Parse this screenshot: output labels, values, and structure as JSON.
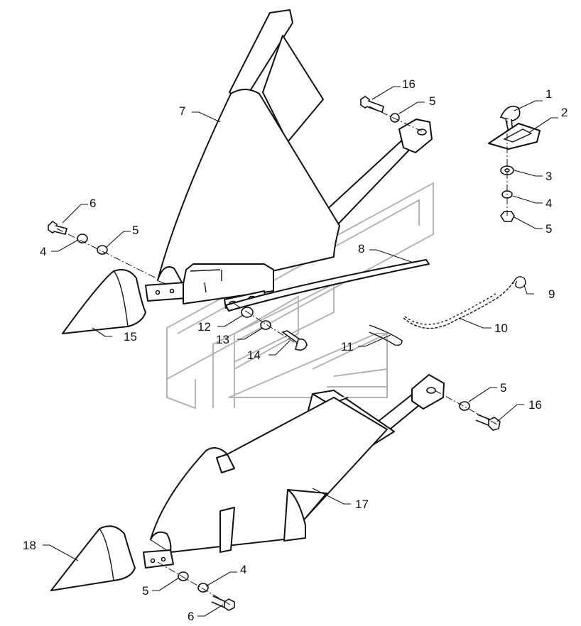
{
  "callouts": {
    "c1": "1",
    "c2": "2",
    "c3": "3",
    "c4a": "4",
    "c5a": "5",
    "c16a": "16",
    "c5b": "5",
    "c7": "7",
    "c6a": "6",
    "c5c": "5",
    "c4b": "4",
    "c15": "15",
    "c8": "8",
    "c9": "9",
    "c10": "10",
    "c12": "12",
    "c13": "13",
    "c14": "14",
    "c11": "11",
    "c5d": "5",
    "c16b": "16",
    "c17": "17",
    "c18": "18",
    "c4c": "4",
    "c5e": "5",
    "c6b": "6"
  },
  "colors": {
    "line": "#111111",
    "watermark": "#b4b4b4",
    "background": "#ffffff"
  }
}
